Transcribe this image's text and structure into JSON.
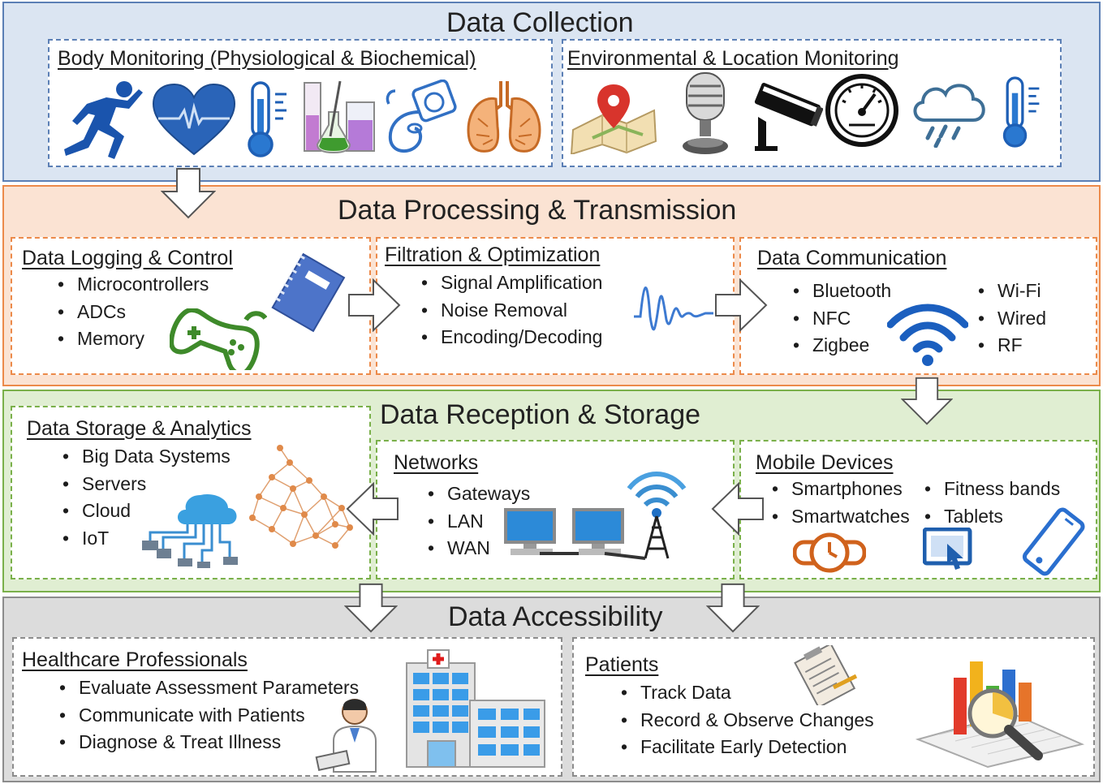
{
  "collection": {
    "title": "Data Collection",
    "body_panel": {
      "title": "Body Monitoring (Physiological & Biochemical)",
      "icons": [
        "runner-icon",
        "heart-ecg-icon",
        "thermometer-icon",
        "lab-beakers-icon",
        "blood-pressure-cuff-icon",
        "lungs-icon"
      ]
    },
    "env_panel": {
      "title": "Environmental & Location Monitoring",
      "icons": [
        "map-pin-icon",
        "microphone-icon",
        "security-camera-icon",
        "gauge-icon",
        "rain-cloud-icon",
        "thermometer-icon"
      ]
    }
  },
  "processing": {
    "title": "Data Processing  & Transmission",
    "logging": {
      "title": "Data Logging & Control",
      "items": [
        "Microcontrollers",
        "ADCs",
        "Memory"
      ]
    },
    "filtration": {
      "title": "Filtration & Optimization",
      "items": [
        "Signal Amplification",
        "Noise Removal",
        "Encoding/Decoding"
      ]
    },
    "communication": {
      "title": "Data Communication",
      "items_left": [
        "Bluetooth",
        "NFC",
        "Zigbee"
      ],
      "items_right": [
        "Wi-Fi",
        "Wired",
        "RF"
      ]
    }
  },
  "reception": {
    "title": "Data Reception & Storage",
    "storage": {
      "title": "Data Storage & Analytics",
      "items": [
        "Big Data Systems",
        "Servers",
        "Cloud",
        "IoT"
      ]
    },
    "networks": {
      "title": "Networks",
      "items": [
        "Gateways",
        "LAN",
        "WAN"
      ]
    },
    "mobile": {
      "title": "Mobile Devices",
      "items_left": [
        "Smartphones",
        "Smartwatches"
      ],
      "items_right": [
        "Fitness bands",
        "Tablets"
      ]
    }
  },
  "accessibility": {
    "title": "Data Accessibility",
    "professionals": {
      "title": "Healthcare Professionals",
      "items": [
        "Evaluate Assessment Parameters",
        "Communicate with Patients",
        "Diagnose & Treat Illness"
      ]
    },
    "patients": {
      "title": "Patients",
      "items": [
        "Track Data",
        "Record  & Observe Changes",
        "Facilitate Early Detection"
      ]
    }
  },
  "colors": {
    "collection_bg": "#dbe5f2",
    "collection_border": "#5b7fb5",
    "processing_bg": "#fbe3d3",
    "processing_border": "#ec8a4a",
    "reception_bg": "#e0eed2",
    "reception_border": "#7ab04a",
    "accessibility_bg": "#dcdcdc",
    "accessibility_border": "#8c8c8c",
    "icon_blue": "#2a64b8"
  }
}
